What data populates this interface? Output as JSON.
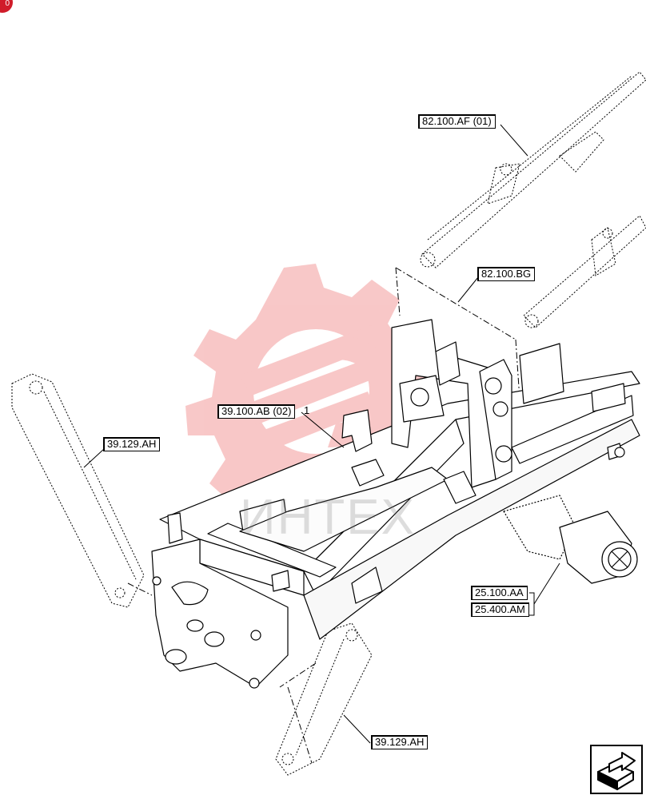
{
  "badge": {
    "text": "0",
    "color": "#d01c2a"
  },
  "watermark": {
    "text": "ИНТЕХ",
    "color": "#f5b6b6"
  },
  "labels": {
    "af01": "82.100.AF (01)",
    "bg": "82.100.BG",
    "ab02": "39.100.AB (02)",
    "item1": "1",
    "ah_left": "39.129.AH",
    "ah_bottom": "39.129.AH",
    "aa": "25.100.AA",
    "am": "25.400.AM"
  },
  "nav": {
    "icon": "next-page-arrow-icon"
  }
}
